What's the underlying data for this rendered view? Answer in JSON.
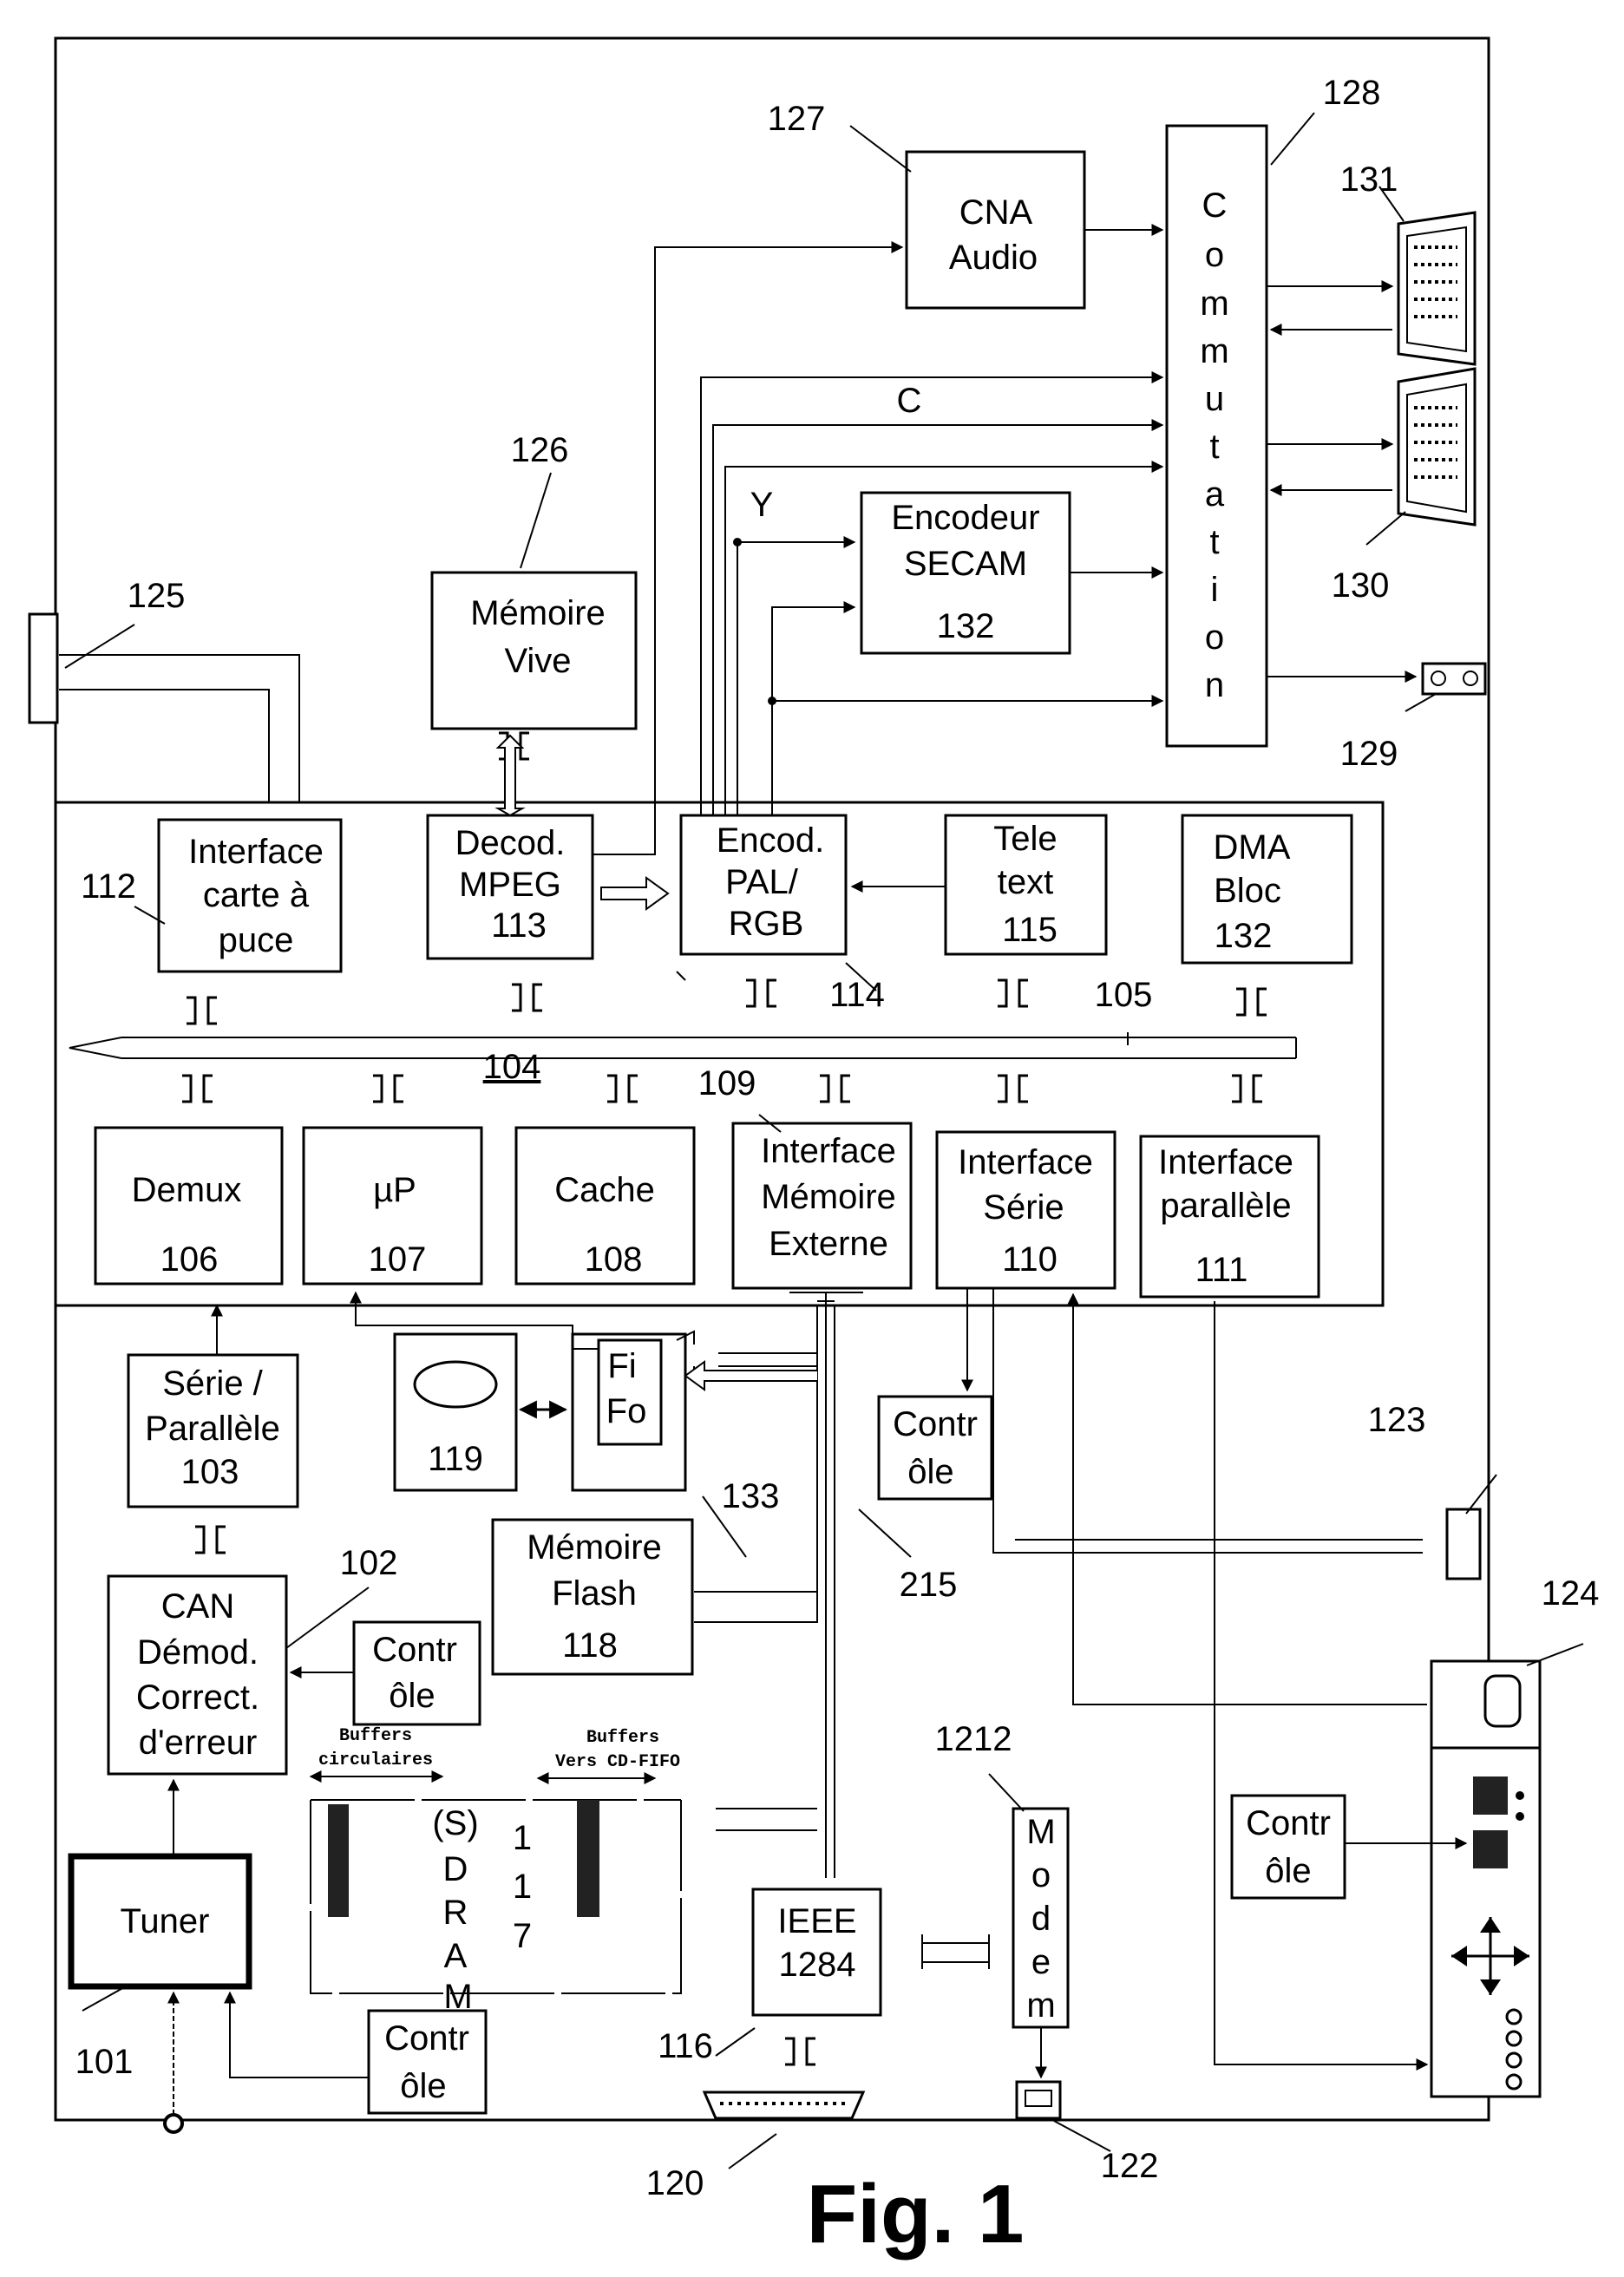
{
  "figure_label": "Fig. 1",
  "blocks": {
    "tuner": "Tuner",
    "can": [
      "CAN",
      "Démod.",
      "Correct.",
      "d'erreur"
    ],
    "serie_parallele": [
      "Série /",
      "Parallèle",
      "103"
    ],
    "demux": [
      "Demux",
      "106"
    ],
    "up": [
      "µP",
      "107"
    ],
    "cache": [
      "Cache",
      "108"
    ],
    "interface_memoire": [
      "Interface",
      "Mémoire",
      "Externe"
    ],
    "interface_serie": [
      "Interface",
      "Série",
      "110"
    ],
    "interface_parallele": [
      "Interface",
      "parallèle",
      "111"
    ],
    "interface_carte": [
      "Interface",
      "carte à",
      "puce"
    ],
    "decod_mpeg": [
      "Decod.",
      "MPEG",
      "113"
    ],
    "encod_pal": [
      "Encod.",
      "PAL/",
      "RGB"
    ],
    "teletext": [
      "Tele",
      "text",
      "115"
    ],
    "dma": [
      "DMA",
      "Bloc",
      "132"
    ],
    "memoire_vive": [
      "Mémoire",
      "Vive"
    ],
    "cna_audio": [
      "CNA",
      "Audio"
    ],
    "commutation": [
      "C",
      "o",
      "m",
      "m",
      "u",
      "t",
      "a",
      "t",
      "i",
      "o",
      "n"
    ],
    "encodeur_secam": [
      "Encodeur",
      "SECAM",
      "132"
    ],
    "disk": "119",
    "fifo": [
      "Fi",
      "Fo"
    ],
    "controle": [
      "Contr",
      "ôle"
    ],
    "memoire_flash": [
      "Mémoire",
      "Flash",
      "118"
    ],
    "sdram": [
      "(S)",
      "D",
      "R",
      "A",
      "M"
    ],
    "sdram_num": [
      "1",
      "1",
      "7"
    ],
    "buffers_circ": [
      "Buffers",
      "circulaires"
    ],
    "buffers_vers": [
      "Buffers",
      "Vers CD-FIFO"
    ],
    "ieee": [
      "IEEE",
      "1284"
    ],
    "modem": [
      "M",
      "o",
      "d",
      "e",
      "m"
    ]
  },
  "signals": {
    "c": "C",
    "y": "Y"
  },
  "refs": {
    "r101": "101",
    "r102": "102",
    "r104": "104",
    "r105": "105",
    "r109": "109",
    "r112": "112",
    "r114": "114",
    "r116": "116",
    "r120": "120",
    "r122": "122",
    "r123": "123",
    "r124": "124",
    "r125": "125",
    "r126": "126",
    "r127": "127",
    "r128": "128",
    "r129": "129",
    "r130": "130",
    "r131": "131",
    "r133": "133",
    "r215": "215",
    "r1212": "1212"
  }
}
